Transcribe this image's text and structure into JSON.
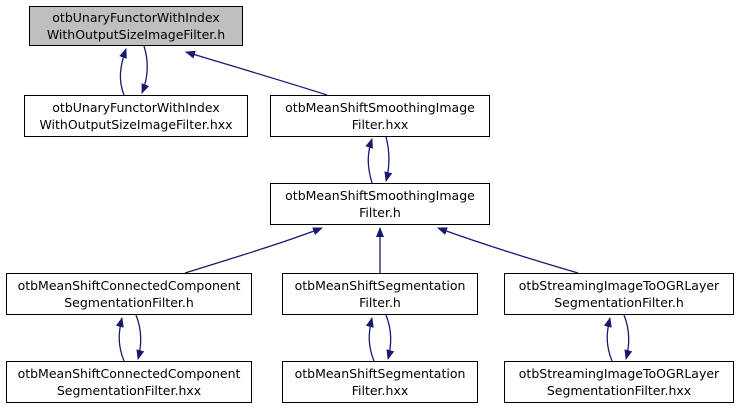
{
  "colors": {
    "edge": "#191970",
    "node_border": "#000000",
    "current_fill": "#bfbfbf",
    "node_fill": "#ffffff"
  },
  "nodes": [
    {
      "id": "n0",
      "line1": "otbUnaryFunctorWithIndex",
      "line2": "WithOutputSizeImageFilter.h",
      "current": true
    },
    {
      "id": "n1",
      "line1": "otbUnaryFunctorWithIndex",
      "line2": "WithOutputSizeImageFilter.hxx"
    },
    {
      "id": "n2",
      "line1": "otbMeanShiftSmoothingImage",
      "line2": "Filter.hxx"
    },
    {
      "id": "n3",
      "line1": "otbMeanShiftSmoothingImage",
      "line2": "Filter.h"
    },
    {
      "id": "n4",
      "line1": "otbMeanShiftConnectedComponent",
      "line2": "SegmentationFilter.h"
    },
    {
      "id": "n5",
      "line1": "otbMeanShiftSegmentation",
      "line2": "Filter.h"
    },
    {
      "id": "n6",
      "line1": "otbStreamingImageToOGRLayer",
      "line2": "SegmentationFilter.h"
    },
    {
      "id": "n7",
      "line1": "otbMeanShiftConnectedComponent",
      "line2": "SegmentationFilter.hxx"
    },
    {
      "id": "n8",
      "line1": "otbMeanShiftSegmentation",
      "line2": "Filter.hxx"
    },
    {
      "id": "n9",
      "line1": "otbStreamingImageToOGRLayer",
      "line2": "SegmentationFilter.hxx"
    }
  ],
  "edges": [
    {
      "from": "n1",
      "to": "n0"
    },
    {
      "from": "n0",
      "to": "n1"
    },
    {
      "from": "n2",
      "to": "n0"
    },
    {
      "from": "n3",
      "to": "n2"
    },
    {
      "from": "n2",
      "to": "n3"
    },
    {
      "from": "n4",
      "to": "n3"
    },
    {
      "from": "n5",
      "to": "n3"
    },
    {
      "from": "n6",
      "to": "n3"
    },
    {
      "from": "n7",
      "to": "n4"
    },
    {
      "from": "n4",
      "to": "n7"
    },
    {
      "from": "n8",
      "to": "n5"
    },
    {
      "from": "n5",
      "to": "n8"
    },
    {
      "from": "n9",
      "to": "n6"
    },
    {
      "from": "n6",
      "to": "n9"
    }
  ]
}
